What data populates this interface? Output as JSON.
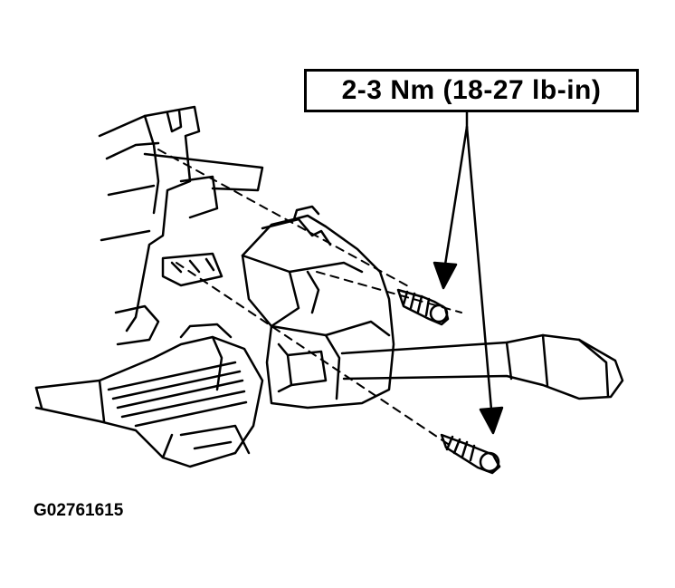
{
  "callout": {
    "torque_spec": "2-3 Nm (18-27 lb-in)"
  },
  "figure": {
    "id": "G02761615"
  },
  "icons": [
    "multifunction-switch-illustration",
    "screw-icon",
    "arrow-icon",
    "wiring-harness-icon"
  ],
  "colors": {
    "ink": "#000000",
    "paper": "#ffffff"
  }
}
